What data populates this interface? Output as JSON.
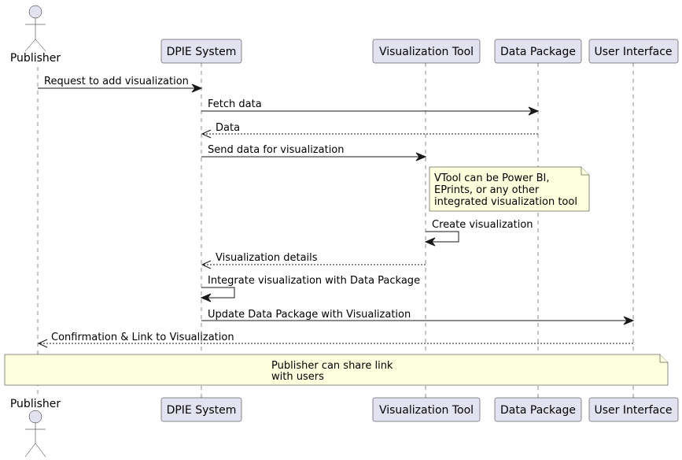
{
  "participants": [
    {
      "id": "publisher",
      "label": "Publisher",
      "kind": "actor"
    },
    {
      "id": "dpie",
      "label": "DPIE System",
      "kind": "participant"
    },
    {
      "id": "vtool",
      "label": "Visualization Tool",
      "kind": "participant"
    },
    {
      "id": "datapkg",
      "label": "Data Package",
      "kind": "participant"
    },
    {
      "id": "ui",
      "label": "User Interface",
      "kind": "participant"
    }
  ],
  "messages": [
    {
      "from": "publisher",
      "to": "dpie",
      "label": "Request to add visualization",
      "style": "solid"
    },
    {
      "from": "dpie",
      "to": "datapkg",
      "label": "Fetch data",
      "style": "solid"
    },
    {
      "from": "datapkg",
      "to": "dpie",
      "label": "Data",
      "style": "dashed"
    },
    {
      "from": "dpie",
      "to": "vtool",
      "label": "Send data for visualization",
      "style": "solid"
    },
    {
      "from": "vtool",
      "to": "vtool",
      "label": "Create visualization",
      "style": "solid"
    },
    {
      "from": "vtool",
      "to": "dpie",
      "label": "Visualization details",
      "style": "dashed"
    },
    {
      "from": "dpie",
      "to": "dpie",
      "label": "Integrate visualization with Data Package",
      "style": "solid"
    },
    {
      "from": "dpie",
      "to": "ui",
      "label": "Update Data Package with Visualization",
      "style": "solid"
    },
    {
      "from": "ui",
      "to": "publisher",
      "label": "Confirmation & Link to Visualization",
      "style": "dashed"
    }
  ],
  "notes": [
    {
      "anchor": "vtool",
      "lines": [
        "VTool can be Power BI,",
        "EPrints, or any other",
        "integrated visualization tool"
      ]
    },
    {
      "anchor": "publisher-to-ui",
      "lines": [
        "Publisher can share link",
        "with users"
      ]
    }
  ],
  "colors": {
    "participant_fill": "#E2E2F0",
    "note_fill": "#FEFFDD",
    "line": "#181818"
  }
}
